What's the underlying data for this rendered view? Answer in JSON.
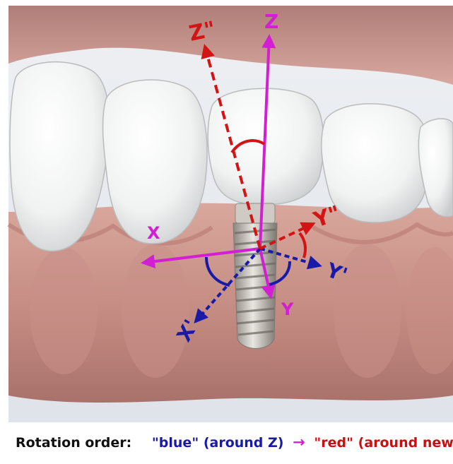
{
  "colors": {
    "original_axes": "#d21fd2",
    "blue_rotation": "#1a1aa8",
    "red_rotation": "#d21414",
    "caption_text": "#111111"
  },
  "axes": {
    "original": {
      "x": "X",
      "y": "Y",
      "z": "Z"
    },
    "after_blue": {
      "x": "X'",
      "y": "Y'"
    },
    "after_red": {
      "y": "Y\"",
      "z": "Z\""
    }
  },
  "caption": {
    "prefix": "Rotation order:",
    "blue": "\"blue\" (around Z)",
    "arrow": "→",
    "red": "\"red\" (around new X')"
  }
}
